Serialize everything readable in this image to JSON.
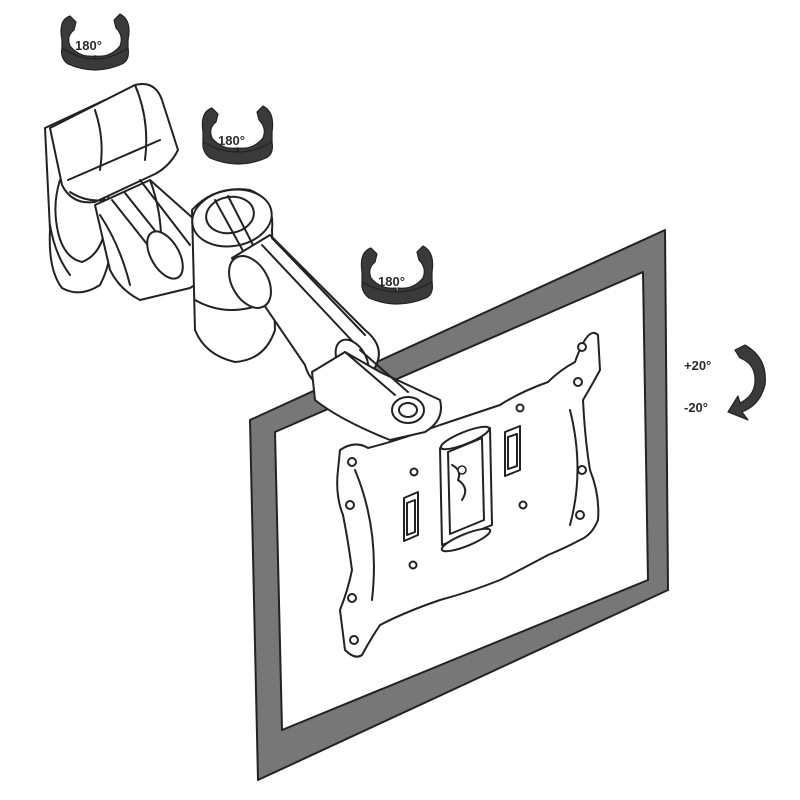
{
  "rotation_labels": {
    "wall_joint": "180°",
    "middle_joint": "180°",
    "head_joint": "180°"
  },
  "tilt_labels": {
    "up": "+20°",
    "down": "-20°"
  },
  "colors": {
    "frame": "#777777",
    "line": "#222222",
    "arrow": "#3a3a3a"
  }
}
